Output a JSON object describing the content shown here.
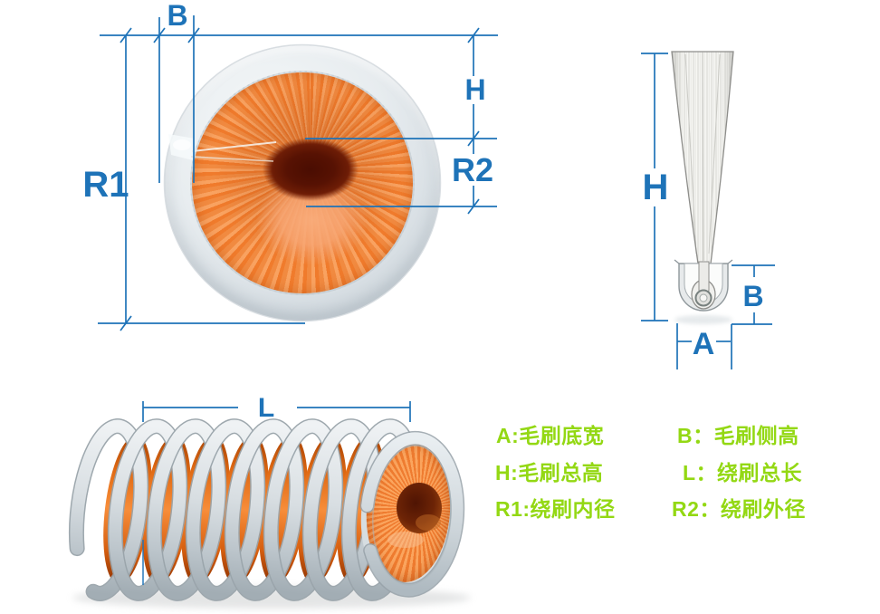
{
  "figure_type": "spiral brush dimension diagram",
  "colors": {
    "dimension_blue": "#1e73b8",
    "legend_green": "#93d813",
    "bristle_orange": "#f58a3e",
    "coil_gray": "#cfd7db",
    "hole_brown": "#5e1a06",
    "background": "#ffffff"
  },
  "front_view": {
    "labels": {
      "b": "B",
      "h": "H",
      "r1": "R1",
      "r2": "R2"
    }
  },
  "profile_view": {
    "labels": {
      "h": "H",
      "b": "B",
      "a": "A"
    }
  },
  "spiral_view": {
    "labels": {
      "l": "L"
    }
  },
  "legend": {
    "items": [
      {
        "id": "A",
        "text": "A:毛刷底宽"
      },
      {
        "id": "B",
        "text": "B：毛刷侧高"
      },
      {
        "id": "H",
        "text": "H:毛刷总高"
      },
      {
        "id": "L",
        "text": "L：绕刷总长"
      },
      {
        "id": "R1",
        "text": "R1:绕刷内径"
      },
      {
        "id": "R2",
        "text": "R2：绕刷外径"
      }
    ]
  }
}
